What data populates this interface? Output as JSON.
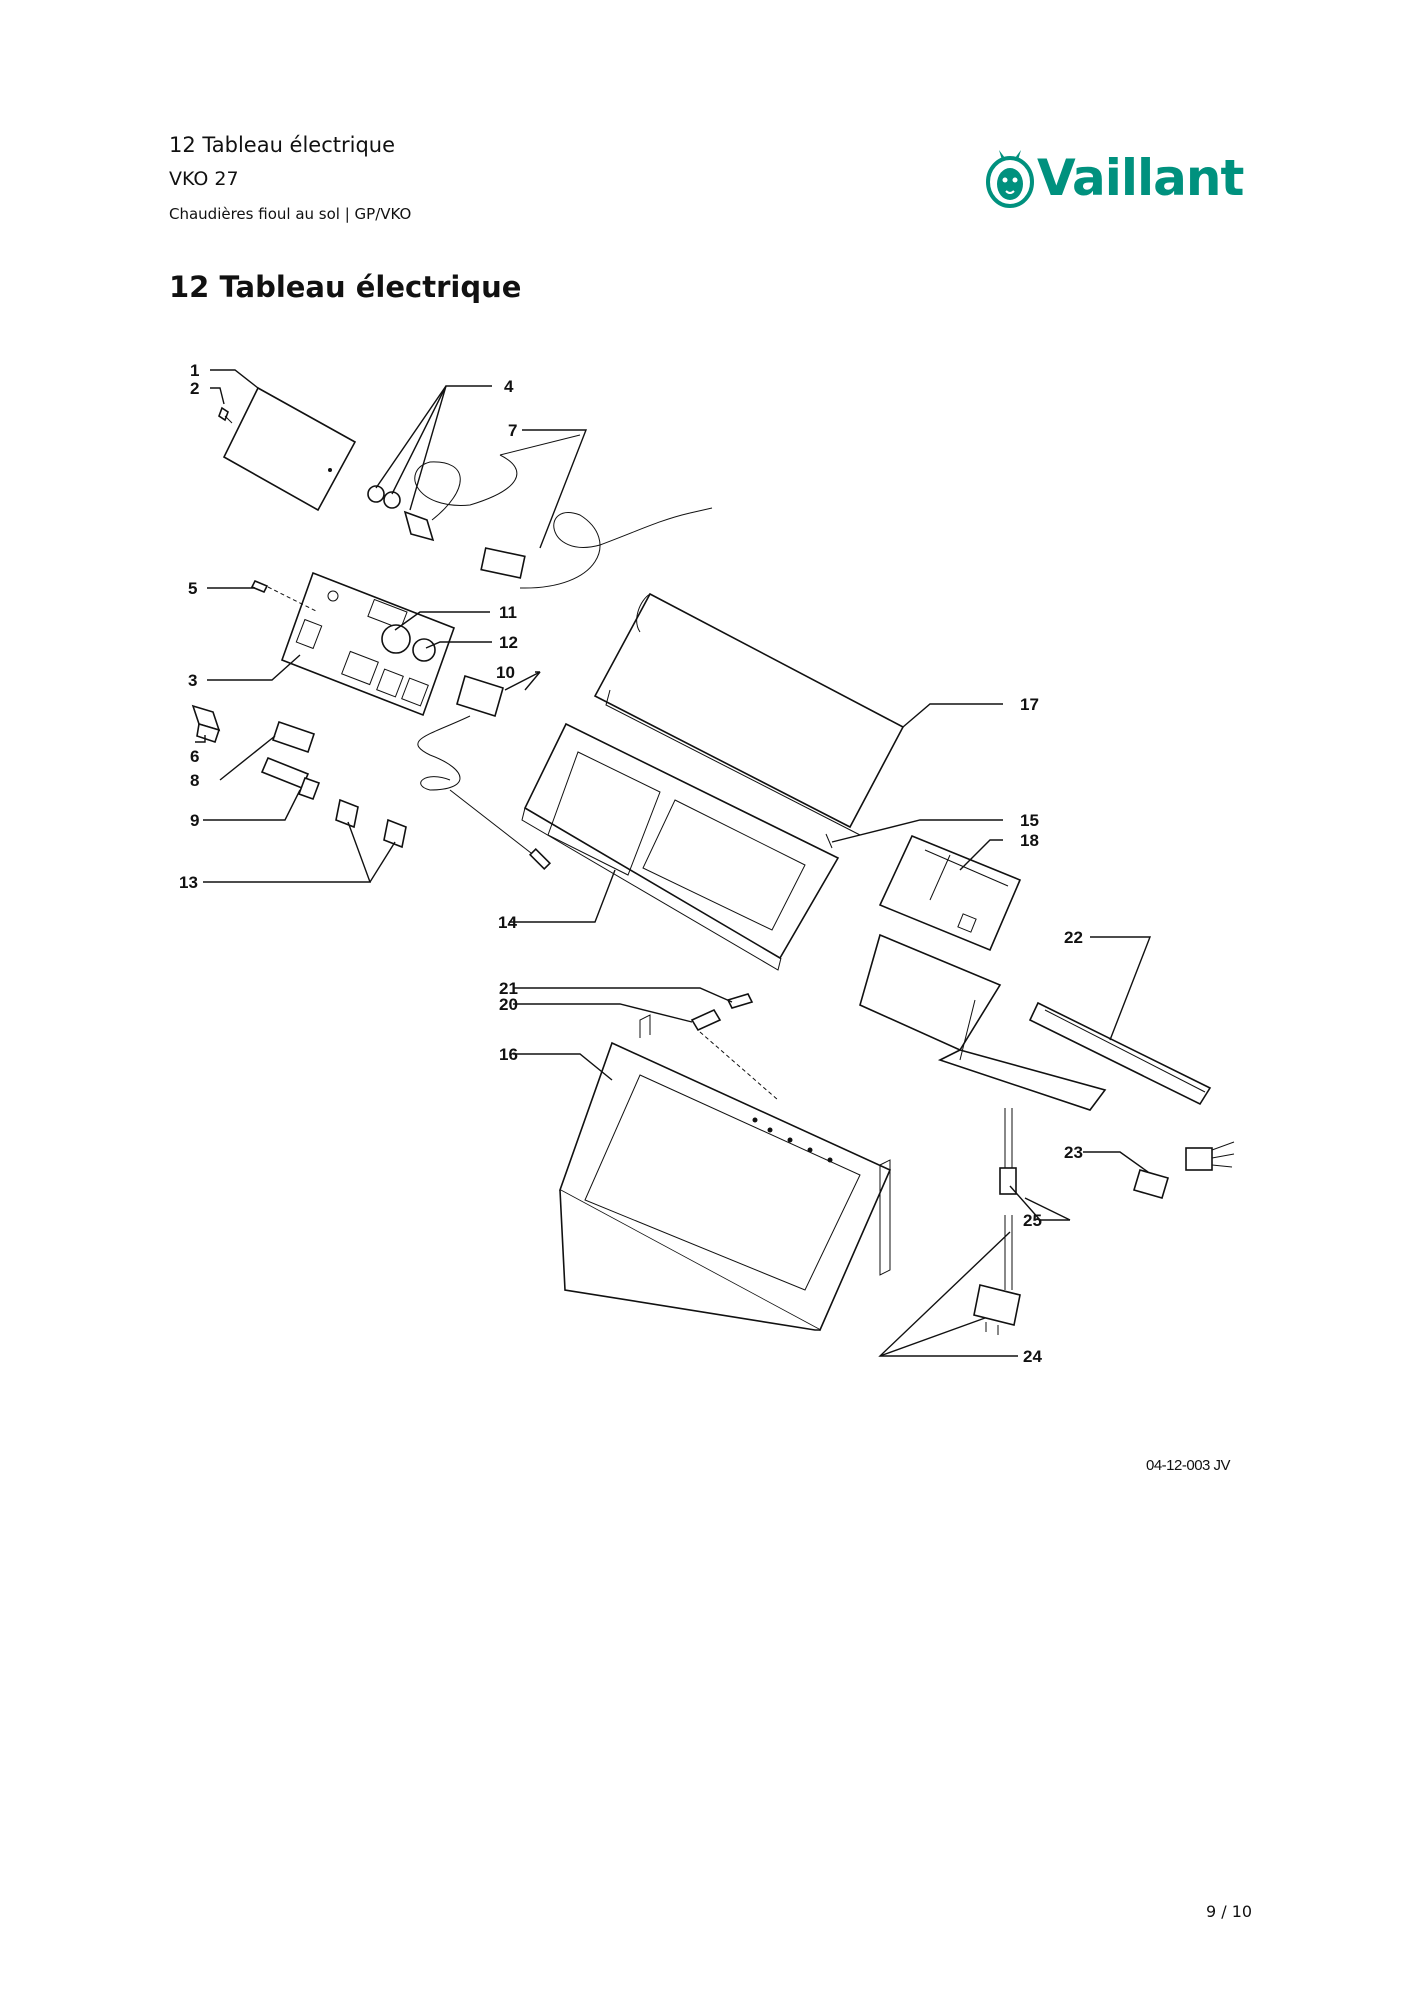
{
  "header": {
    "title": "12 Tableau électrique",
    "model": "VKO 27",
    "subtitle": "Chaudières fioul au sol | GP/VKO"
  },
  "brand": {
    "name": "Vaillant",
    "color": "#00917e",
    "icon": "rabbit-logo-icon"
  },
  "section_title": "12 Tableau électrique",
  "callouts": [
    "1",
    "2",
    "3",
    "4",
    "5",
    "6",
    "7",
    "8",
    "9",
    "10",
    "11",
    "12",
    "13",
    "14",
    "15",
    "16",
    "17",
    "18",
    "20",
    "21",
    "22",
    "23",
    "24",
    "25"
  ],
  "reference": "04-12-003 JV",
  "page_number": "9 / 10"
}
